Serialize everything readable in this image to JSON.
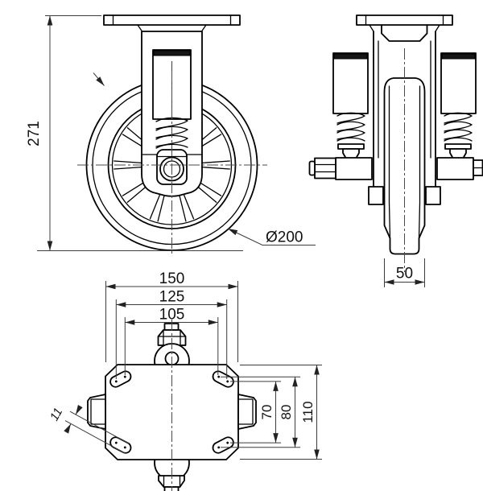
{
  "drawing": {
    "background": "#ffffff",
    "outline_color": "#000000",
    "thin_line_color": "#3c3c3c",
    "dims": {
      "overall_height": "271",
      "wheel_diameter": "Ø200",
      "wheel_width": "50",
      "plate_length": "150",
      "hole_span_h_outer": "125",
      "hole_span_h_inner": "105",
      "hole_span_v_inner": "70",
      "hole_span_v_outer": "80",
      "plate_width": "110",
      "slot_width": "11"
    }
  }
}
